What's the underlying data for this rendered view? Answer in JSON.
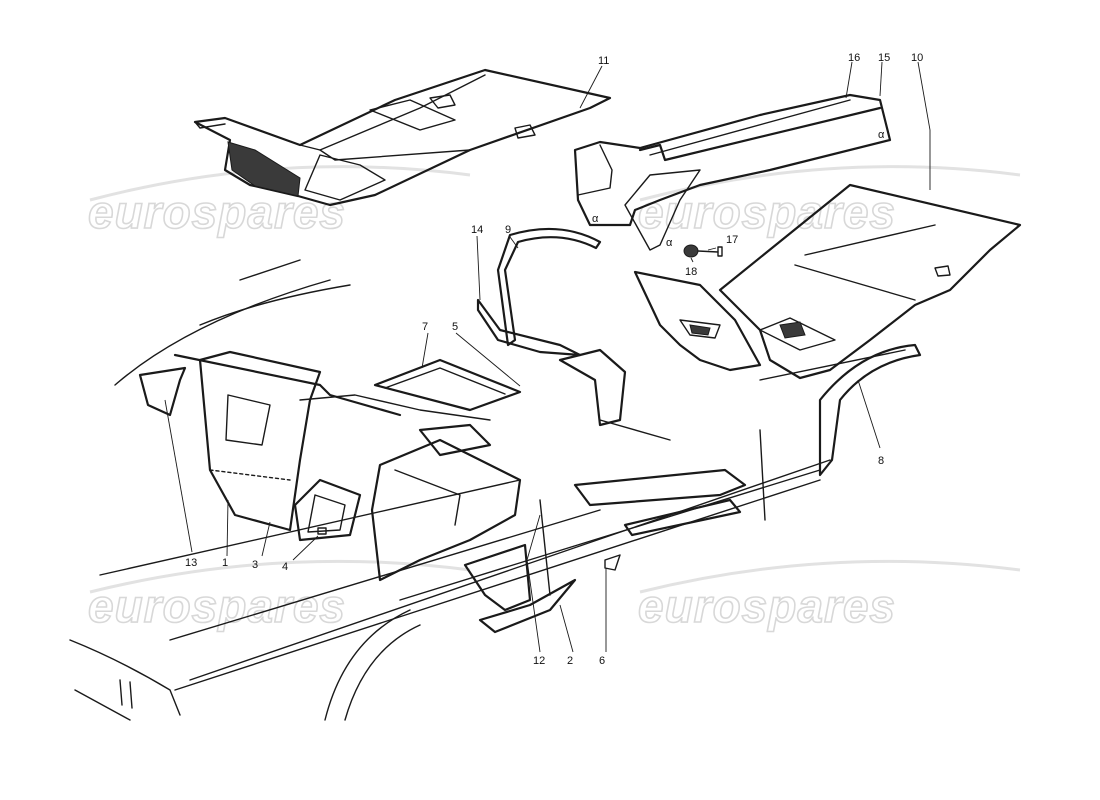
{
  "watermark": {
    "text": "eurospares"
  },
  "callouts": [
    {
      "id": "c1",
      "label": "1"
    },
    {
      "id": "c2",
      "label": "2"
    },
    {
      "id": "c3",
      "label": "3"
    },
    {
      "id": "c4",
      "label": "4"
    },
    {
      "id": "c5",
      "label": "5"
    },
    {
      "id": "c6",
      "label": "6"
    },
    {
      "id": "c7",
      "label": "7"
    },
    {
      "id": "c8",
      "label": "8"
    },
    {
      "id": "c9",
      "label": "9"
    },
    {
      "id": "c10",
      "label": "10"
    },
    {
      "id": "c11",
      "label": "11"
    },
    {
      "id": "c12",
      "label": "12"
    },
    {
      "id": "c13",
      "label": "13"
    },
    {
      "id": "c14",
      "label": "14"
    },
    {
      "id": "c15",
      "label": "15"
    },
    {
      "id": "c16",
      "label": "16"
    },
    {
      "id": "c17",
      "label": "17"
    },
    {
      "id": "c18",
      "label": "18"
    }
  ],
  "part_marks": {
    "alpha": "α"
  }
}
